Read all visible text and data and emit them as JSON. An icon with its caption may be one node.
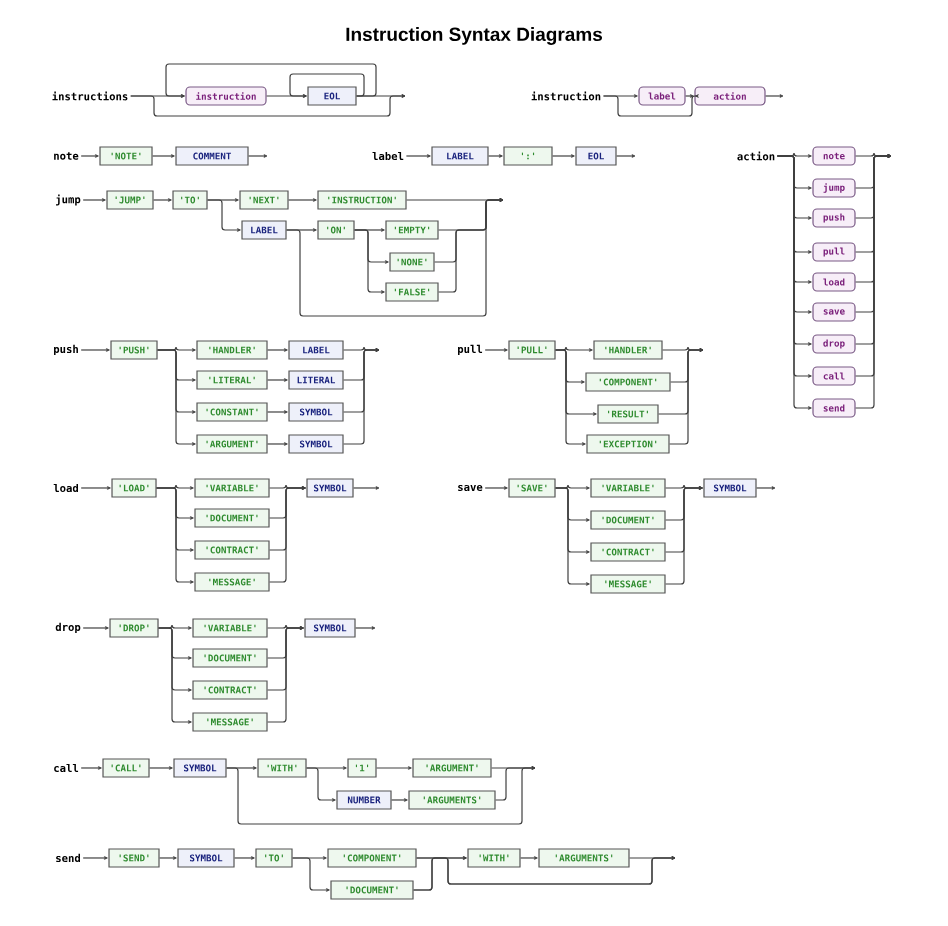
{
  "diagram": {
    "title": "Instruction Syntax Diagrams",
    "nodes": [
      {
        "text": [
          "instructions"
        ]
      },
      {
        "text": [
          "instruction"
        ]
      },
      {
        "text": [
          "EOL"
        ]
      },
      {
        "text": [
          "instruction"
        ]
      },
      {
        "text": [
          "label"
        ]
      },
      {
        "text": [
          "action"
        ]
      },
      {
        "text": [
          "note"
        ]
      },
      {
        "text": [
          "'NOTE'"
        ]
      },
      {
        "text": [
          "COMMENT"
        ]
      },
      {
        "text": [
          "label"
        ]
      },
      {
        "text": [
          "LABEL"
        ]
      },
      {
        "text": [
          "':'"
        ]
      },
      {
        "text": [
          "EOL"
        ]
      },
      {
        "text": [
          "action"
        ]
      },
      {
        "text": [
          "note"
        ]
      },
      {
        "text": [
          "jump"
        ]
      },
      {
        "text": [
          "push"
        ]
      },
      {
        "text": [
          "pull"
        ]
      },
      {
        "text": [
          "load"
        ]
      },
      {
        "text": [
          "save"
        ]
      },
      {
        "text": [
          "drop"
        ]
      },
      {
        "text": [
          "call"
        ]
      },
      {
        "text": [
          "send"
        ]
      },
      {
        "text": [
          "jump"
        ]
      },
      {
        "text": [
          "'JUMP'"
        ]
      },
      {
        "text": [
          "'TO'"
        ]
      },
      {
        "text": [
          "'NEXT'"
        ]
      },
      {
        "text": [
          "'INSTRUCTION'"
        ]
      },
      {
        "text": [
          "LABEL"
        ]
      },
      {
        "text": [
          "'ON'"
        ]
      },
      {
        "text": [
          "'EMPTY'"
        ]
      },
      {
        "text": [
          "'NONE'"
        ]
      },
      {
        "text": [
          "'FALSE'"
        ]
      },
      {
        "text": [
          "push"
        ]
      },
      {
        "text": [
          "'PUSH'"
        ]
      },
      {
        "text": [
          "'HANDLER'"
        ]
      },
      {
        "text": [
          "LABEL"
        ]
      },
      {
        "text": [
          "'LITERAL'"
        ]
      },
      {
        "text": [
          "LITERAL"
        ]
      },
      {
        "text": [
          "'CONSTANT'"
        ]
      },
      {
        "text": [
          "SYMBOL"
        ]
      },
      {
        "text": [
          "'ARGUMENT'"
        ]
      },
      {
        "text": [
          "SYMBOL"
        ]
      },
      {
        "text": [
          "pull"
        ]
      },
      {
        "text": [
          "'PULL'"
        ]
      },
      {
        "text": [
          "'HANDLER'"
        ]
      },
      {
        "text": [
          "'COMPONENT'"
        ]
      },
      {
        "text": [
          "'RESULT'"
        ]
      },
      {
        "text": [
          "'EXCEPTION'"
        ]
      },
      {
        "text": [
          "load"
        ]
      },
      {
        "text": [
          "'LOAD'"
        ]
      },
      {
        "text": [
          "'VARIABLE'"
        ]
      },
      {
        "text": [
          "'DOCUMENT'"
        ]
      },
      {
        "text": [
          "'CONTRACT'"
        ]
      },
      {
        "text": [
          "'MESSAGE'"
        ]
      },
      {
        "text": [
          "SYMBOL"
        ]
      },
      {
        "text": [
          "save"
        ]
      },
      {
        "text": [
          "'SAVE'"
        ]
      },
      {
        "text": [
          "'VARIABLE'"
        ]
      },
      {
        "text": [
          "'DOCUMENT'"
        ]
      },
      {
        "text": [
          "'CONTRACT'"
        ]
      },
      {
        "text": [
          "'MESSAGE'"
        ]
      },
      {
        "text": [
          "SYMBOL"
        ]
      },
      {
        "text": [
          "drop"
        ]
      },
      {
        "text": [
          "'DROP'"
        ]
      },
      {
        "text": [
          "'VARIABLE'"
        ]
      },
      {
        "text": [
          "'DOCUMENT'"
        ]
      },
      {
        "text": [
          "'CONTRACT'"
        ]
      },
      {
        "text": [
          "'MESSAGE'"
        ]
      },
      {
        "text": [
          "SYMBOL"
        ]
      },
      {
        "text": [
          "call"
        ]
      },
      {
        "text": [
          "'CALL'"
        ]
      },
      {
        "text": [
          "SYMBOL"
        ]
      },
      {
        "text": [
          "'WITH'"
        ]
      },
      {
        "text": [
          "'1'"
        ]
      },
      {
        "text": [
          "'ARGUMENT'"
        ]
      },
      {
        "text": [
          "NUMBER"
        ]
      },
      {
        "text": [
          "'ARGUMENTS'"
        ]
      },
      {
        "text": [
          "send"
        ]
      },
      {
        "text": [
          "'SEND'"
        ]
      },
      {
        "text": [
          "SYMBOL"
        ]
      },
      {
        "text": [
          "'TO'"
        ]
      },
      {
        "text": [
          "'COMPONENT'"
        ]
      },
      {
        "text": [
          "'DOCUMENT'"
        ]
      },
      {
        "text": [
          "'WITH'"
        ]
      },
      {
        "text": [
          "'ARGUMENTS'"
        ]
      }
    ],
    "edges": [
      {
        "from": 0,
        "to": 1,
        "arrow": "to"
      },
      {
        "from": 0,
        "to": null,
        "arrow": "to"
      },
      {
        "from": 1,
        "to": 2,
        "arrow": "to"
      },
      {
        "from": 2,
        "to": 2,
        "arrow": "to"
      },
      {
        "from": 2,
        "to": 1,
        "arrow": "to"
      },
      {
        "from": 2,
        "to": null,
        "arrow": "to"
      },
      {
        "from": 3,
        "to": 4,
        "arrow": "to"
      },
      {
        "from": 3,
        "to": 5,
        "arrow": "to"
      },
      {
        "from": 4,
        "to": 5,
        "arrow": "to"
      },
      {
        "from": 5,
        "to": null,
        "arrow": "to"
      },
      {
        "from": 6,
        "to": 7,
        "arrow": "to"
      },
      {
        "from": 7,
        "to": 8,
        "arrow": "to"
      },
      {
        "from": 8,
        "to": null,
        "arrow": "to"
      },
      {
        "from": 9,
        "to": 10,
        "arrow": "to"
      },
      {
        "from": 10,
        "to": 11,
        "arrow": "to"
      },
      {
        "from": 11,
        "to": 12,
        "arrow": "to"
      },
      {
        "from": 12,
        "to": null,
        "arrow": "to"
      },
      {
        "from": 13,
        "to": 14,
        "arrow": "to"
      },
      {
        "from": 13,
        "to": 15,
        "arrow": "to"
      },
      {
        "from": 13,
        "to": 16,
        "arrow": "to"
      },
      {
        "from": 13,
        "to": 17,
        "arrow": "to"
      },
      {
        "from": 13,
        "to": 18,
        "arrow": "to"
      },
      {
        "from": 13,
        "to": 19,
        "arrow": "to"
      },
      {
        "from": 13,
        "to": 20,
        "arrow": "to"
      },
      {
        "from": 13,
        "to": 21,
        "arrow": "to"
      },
      {
        "from": 13,
        "to": 22,
        "arrow": "to"
      },
      {
        "from": 14,
        "to": null,
        "arrow": "to"
      },
      {
        "from": 15,
        "to": null,
        "arrow": "to"
      },
      {
        "from": 16,
        "to": null,
        "arrow": "to"
      },
      {
        "from": 17,
        "to": null,
        "arrow": "to"
      },
      {
        "from": 18,
        "to": null,
        "arrow": "to"
      },
      {
        "from": 19,
        "to": null,
        "arrow": "to"
      },
      {
        "from": 20,
        "to": null,
        "arrow": "to"
      },
      {
        "from": 21,
        "to": null,
        "arrow": "to"
      },
      {
        "from": 22,
        "to": null,
        "arrow": "to"
      },
      {
        "from": 23,
        "to": 24,
        "arrow": "to"
      },
      {
        "from": 24,
        "to": 25,
        "arrow": "to"
      },
      {
        "from": 25,
        "to": 26,
        "arrow": "to"
      },
      {
        "from": 25,
        "to": 28,
        "arrow": "to"
      },
      {
        "from": 26,
        "to": 27,
        "arrow": "to"
      },
      {
        "from": 27,
        "to": null,
        "arrow": "to"
      },
      {
        "from": 28,
        "to": 29,
        "arrow": "to"
      },
      {
        "from": 28,
        "to": null,
        "arrow": "to"
      },
      {
        "from": 29,
        "to": 30,
        "arrow": "to"
      },
      {
        "from": 29,
        "to": 31,
        "arrow": "to"
      },
      {
        "from": 29,
        "to": 32,
        "arrow": "to"
      },
      {
        "from": 30,
        "to": null,
        "arrow": "to"
      },
      {
        "from": 31,
        "to": null,
        "arrow": "to"
      },
      {
        "from": 32,
        "to": null,
        "arrow": "to"
      },
      {
        "from": 33,
        "to": 34,
        "arrow": "to"
      },
      {
        "from": 34,
        "to": 35,
        "arrow": "to"
      },
      {
        "from": 34,
        "to": 37,
        "arrow": "to"
      },
      {
        "from": 34,
        "to": 39,
        "arrow": "to"
      },
      {
        "from": 34,
        "to": 41,
        "arrow": "to"
      },
      {
        "from": 35,
        "to": 36,
        "arrow": "to"
      },
      {
        "from": 37,
        "to": 38,
        "arrow": "to"
      },
      {
        "from": 39,
        "to": 40,
        "arrow": "to"
      },
      {
        "from": 41,
        "to": 42,
        "arrow": "to"
      },
      {
        "from": 36,
        "to": null,
        "arrow": "to"
      },
      {
        "from": 38,
        "to": null,
        "arrow": "to"
      },
      {
        "from": 40,
        "to": null,
        "arrow": "to"
      },
      {
        "from": 42,
        "to": null,
        "arrow": "to"
      },
      {
        "from": 43,
        "to": 44,
        "arrow": "to"
      },
      {
        "from": 44,
        "to": 45,
        "arrow": "to"
      },
      {
        "from": 44,
        "to": 46,
        "arrow": "to"
      },
      {
        "from": 44,
        "to": 47,
        "arrow": "to"
      },
      {
        "from": 44,
        "to": 48,
        "arrow": "to"
      },
      {
        "from": 45,
        "to": null,
        "arrow": "to"
      },
      {
        "from": 46,
        "to": null,
        "arrow": "to"
      },
      {
        "from": 47,
        "to": null,
        "arrow": "to"
      },
      {
        "from": 48,
        "to": null,
        "arrow": "to"
      },
      {
        "from": 49,
        "to": 50,
        "arrow": "to"
      },
      {
        "from": 50,
        "to": 51,
        "arrow": "to"
      },
      {
        "from": 50,
        "to": 52,
        "arrow": "to"
      },
      {
        "from": 50,
        "to": 53,
        "arrow": "to"
      },
      {
        "from": 50,
        "to": 54,
        "arrow": "to"
      },
      {
        "from": 51,
        "to": 55,
        "arrow": "to"
      },
      {
        "from": 52,
        "to": 55,
        "arrow": "to"
      },
      {
        "from": 53,
        "to": 55,
        "arrow": "to"
      },
      {
        "from": 54,
        "to": 55,
        "arrow": "to"
      },
      {
        "from": 55,
        "to": null,
        "arrow": "to"
      },
      {
        "from": 56,
        "to": 57,
        "arrow": "to"
      },
      {
        "from": 57,
        "to": 58,
        "arrow": "to"
      },
      {
        "from": 57,
        "to": 59,
        "arrow": "to"
      },
      {
        "from": 57,
        "to": 60,
        "arrow": "to"
      },
      {
        "from": 57,
        "to": 61,
        "arrow": "to"
      },
      {
        "from": 58,
        "to": 62,
        "arrow": "to"
      },
      {
        "from": 59,
        "to": 62,
        "arrow": "to"
      },
      {
        "from": 60,
        "to": 62,
        "arrow": "to"
      },
      {
        "from": 61,
        "to": 62,
        "arrow": "to"
      },
      {
        "from": 62,
        "to": null,
        "arrow": "to"
      },
      {
        "from": 63,
        "to": 64,
        "arrow": "to"
      },
      {
        "from": 64,
        "to": 65,
        "arrow": "to"
      },
      {
        "from": 64,
        "to": 66,
        "arrow": "to"
      },
      {
        "from": 64,
        "to": 67,
        "arrow": "to"
      },
      {
        "from": 64,
        "to": 68,
        "arrow": "to"
      },
      {
        "from": 65,
        "to": 69,
        "arrow": "to"
      },
      {
        "from": 66,
        "to": 69,
        "arrow": "to"
      },
      {
        "from": 67,
        "to": 69,
        "arrow": "to"
      },
      {
        "from": 68,
        "to": 69,
        "arrow": "to"
      },
      {
        "from": 69,
        "to": null,
        "arrow": "to"
      },
      {
        "from": 70,
        "to": 71,
        "arrow": "to"
      },
      {
        "from": 71,
        "to": 72,
        "arrow": "to"
      },
      {
        "from": 72,
        "to": 73,
        "arrow": "to"
      },
      {
        "from": 72,
        "to": null,
        "arrow": "to"
      },
      {
        "from": 73,
        "to": 74,
        "arrow": "to"
      },
      {
        "from": 73,
        "to": 76,
        "arrow": "to"
      },
      {
        "from": 74,
        "to": 75,
        "arrow": "to"
      },
      {
        "from": 76,
        "to": 77,
        "arrow": "to"
      },
      {
        "from": 75,
        "to": null,
        "arrow": "to"
      },
      {
        "from": 77,
        "to": null,
        "arrow": "to"
      },
      {
        "from": 78,
        "to": 79,
        "arrow": "to"
      },
      {
        "from": 79,
        "to": 80,
        "arrow": "to"
      },
      {
        "from": 80,
        "to": 81,
        "arrow": "to"
      },
      {
        "from": 81,
        "to": 82,
        "arrow": "to"
      },
      {
        "from": 81,
        "to": 83,
        "arrow": "to"
      },
      {
        "from": 82,
        "to": 84,
        "arrow": "to"
      },
      {
        "from": 83,
        "to": 84,
        "arrow": "to"
      },
      {
        "from": 82,
        "to": null,
        "arrow": "to"
      },
      {
        "from": 83,
        "to": null,
        "arrow": "to"
      },
      {
        "from": 84,
        "to": 85,
        "arrow": "to"
      },
      {
        "from": 85,
        "to": null,
        "arrow": "to"
      }
    ]
  }
}
